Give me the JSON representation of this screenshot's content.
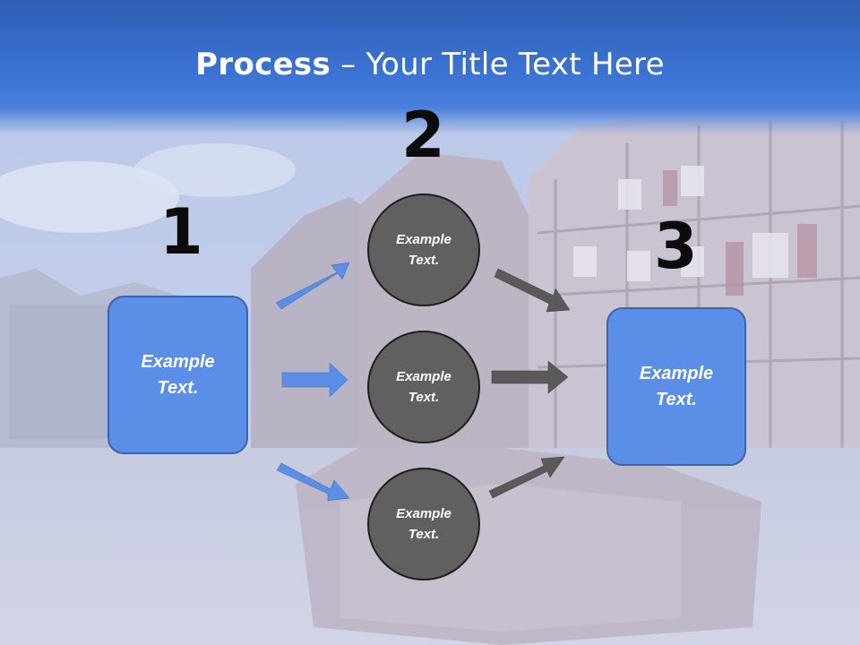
{
  "slide": {
    "title_bold": "Process",
    "title_rest": " – Your Title Text Here"
  },
  "steps": {
    "num1": "1",
    "num2": "2",
    "num3": "3"
  },
  "left_box": {
    "text": "Example Text."
  },
  "circles": [
    {
      "text": "Example Text."
    },
    {
      "text": "Example Text."
    },
    {
      "text": "Example Text."
    }
  ],
  "right_box": {
    "text": "Example Text."
  },
  "colors": {
    "title_band": "#3b73d4",
    "box_fill": "#5b8ee6",
    "circle_fill": "#606060",
    "blue_arrow": "#5b8ee6",
    "gray_arrow": "#5a5a5a"
  }
}
